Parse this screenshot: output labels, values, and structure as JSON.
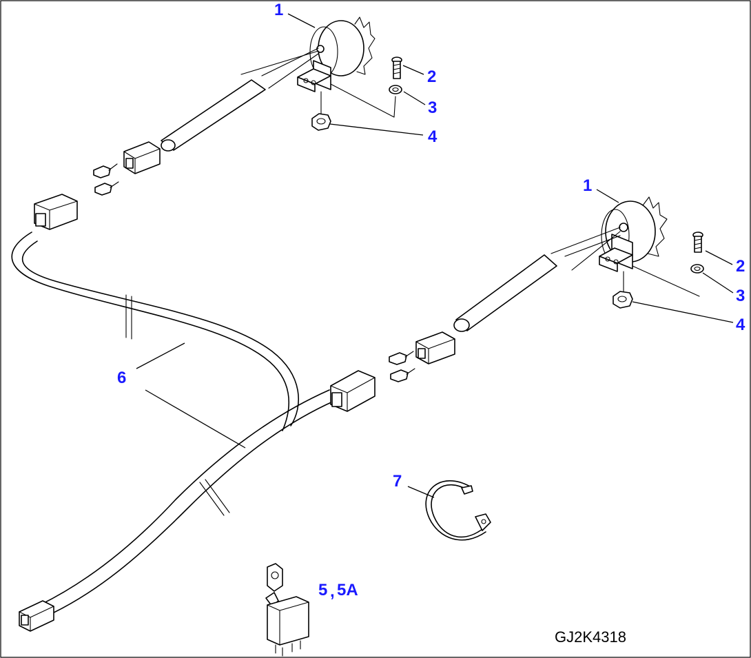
{
  "drawing_code": "GJ2K4318",
  "callouts": {
    "top_switch": "1",
    "top_bolt": "2",
    "top_washer": "3",
    "top_nut": "4",
    "right_switch": "1",
    "right_bolt": "2",
    "right_washer": "3",
    "right_nut": "4",
    "relay": "5",
    "relay_comma": ",",
    "relay_alt": "5A",
    "harness": "6",
    "band": "7"
  }
}
